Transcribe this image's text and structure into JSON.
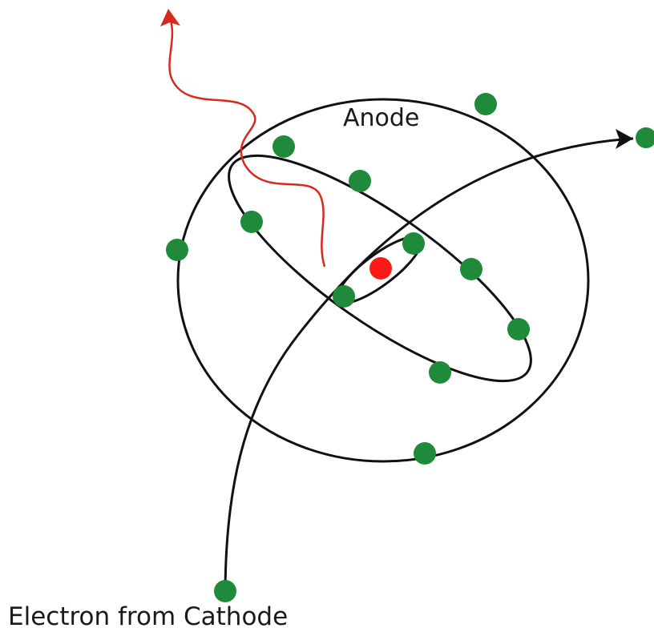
{
  "labels": {
    "anode": "Anode",
    "electron_source": "Electron from Cathode"
  },
  "colors": {
    "orbit": "#111111",
    "electron": "#1e8a3a",
    "nucleus": "#ff1a1a",
    "xray": "#d9281e",
    "background": "#ffffff"
  },
  "legend": {
    "electron_marker": "green-dot",
    "nucleus_marker": "red-dot",
    "emission": "red-wavy-arrow"
  }
}
